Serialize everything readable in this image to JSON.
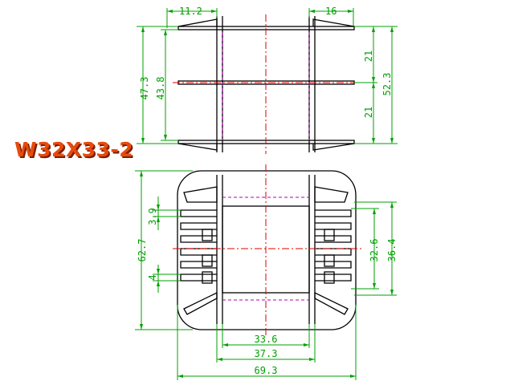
{
  "title": "W32X33-2",
  "colors": {
    "outline": "#000000",
    "dimension": "#00a000",
    "centerline": "#e00000",
    "hidden": "#b000b0",
    "title_fill": "#e84a0c",
    "title_shadow": "#7a2000"
  },
  "top_view": {
    "dims": {
      "flange_left": "11.2",
      "flange_right": "16",
      "total_height_outer": "47.3",
      "total_height_inner": "43.8",
      "upper_pitch": "21",
      "lower_pitch": "21",
      "overall_height": "52.3"
    }
  },
  "front_view": {
    "dims": {
      "height": "62.7",
      "pin_pitch": "3.9",
      "pin_gap": "4",
      "window_height": "32.6",
      "window_outer_height": "36.4",
      "core_width": "33.6",
      "window_width": "37.3",
      "overall_width": "69.3"
    }
  }
}
